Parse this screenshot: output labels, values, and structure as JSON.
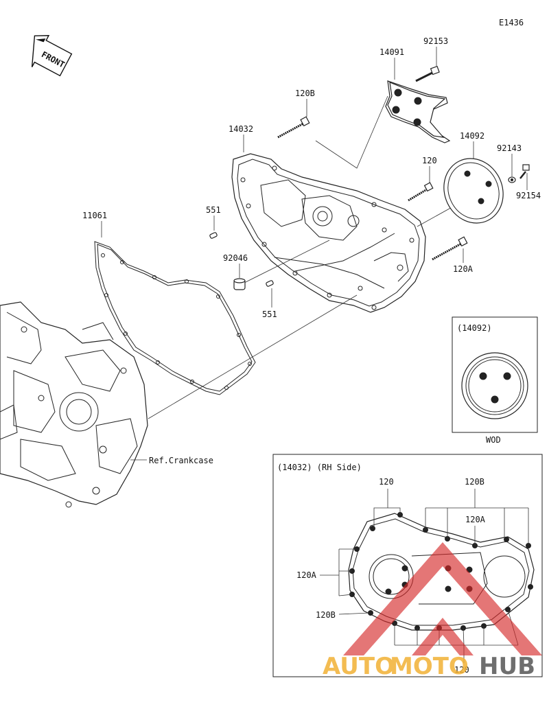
{
  "diagram": {
    "ref_code": "E1436",
    "direction_badge": "FRONT",
    "parts": {
      "p92153": "92153",
      "p14091": "14091",
      "p120B_top": "120B",
      "p14032": "14032",
      "p14092": "14092",
      "p92143": "92143",
      "p92154": "92154",
      "p120": "120",
      "p551_a": "551",
      "p11061": "11061",
      "p92046": "92046",
      "p551_b": "551",
      "p120A": "120A",
      "ref_crankcase": "Ref.Crankcase"
    },
    "inset_14092": {
      "title": "(14092)",
      "caption": "WOD"
    },
    "inset_14032": {
      "title": "(14032) (RH Side)",
      "l120_top": "120",
      "l120B_top": "120B",
      "l120A_mid": "120A",
      "l120A_left": "120A",
      "l120B_left": "120B",
      "l120_bottom": "120"
    },
    "watermark": {
      "auto": "AUTO",
      "moto": "MOTO",
      "hub": "HUB"
    }
  }
}
